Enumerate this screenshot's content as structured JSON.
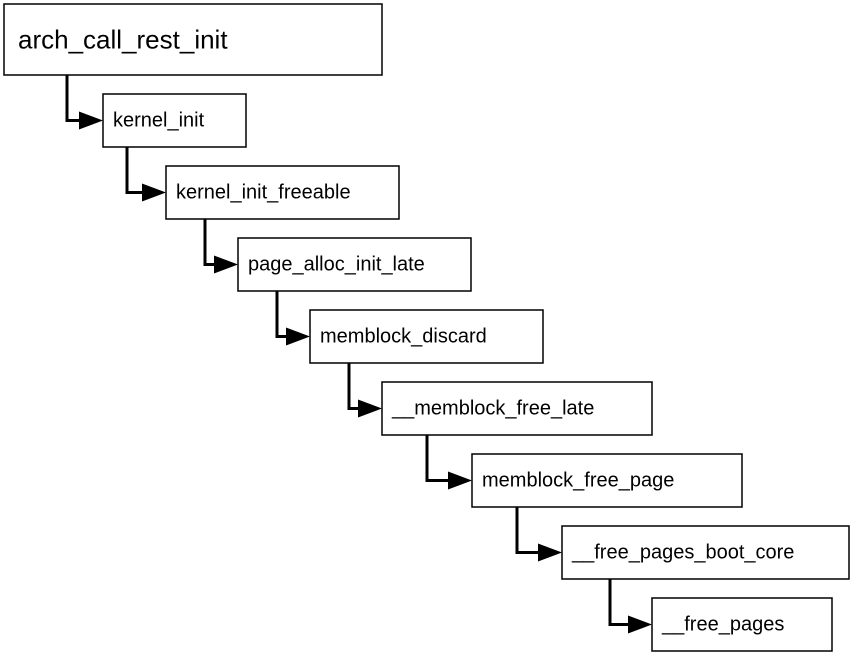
{
  "diagram": {
    "nodes": [
      {
        "id": "n0",
        "label": "arch_call_rest_init"
      },
      {
        "id": "n1",
        "label": "kernel_init"
      },
      {
        "id": "n2",
        "label": "kernel_init_freeable"
      },
      {
        "id": "n3",
        "label": "page_alloc_init_late"
      },
      {
        "id": "n4",
        "label": "memblock_discard"
      },
      {
        "id": "n5",
        "label": "__memblock_free_late"
      },
      {
        "id": "n6",
        "label": "memblock_free_page"
      },
      {
        "id": "n7",
        "label": "__free_pages_boot_core"
      },
      {
        "id": "n8",
        "label": "__free_pages"
      }
    ],
    "edges": [
      {
        "from": "n0",
        "to": "n1"
      },
      {
        "from": "n1",
        "to": "n2"
      },
      {
        "from": "n2",
        "to": "n3"
      },
      {
        "from": "n3",
        "to": "n4"
      },
      {
        "from": "n4",
        "to": "n5"
      },
      {
        "from": "n5",
        "to": "n6"
      },
      {
        "from": "n6",
        "to": "n7"
      },
      {
        "from": "n7",
        "to": "n8"
      }
    ],
    "colors": {
      "stroke": "#000000",
      "fill": "#ffffff",
      "text": "#000000"
    }
  }
}
